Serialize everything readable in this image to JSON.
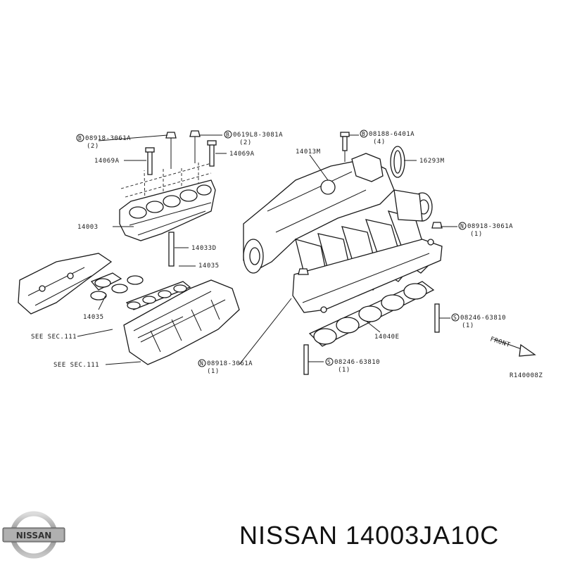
{
  "brand": {
    "name": "NISSAN"
  },
  "title": "NISSAN 14003JA10C",
  "callouts": [
    {
      "id": "c1",
      "code": "B",
      "part": "08918-3061A",
      "qty": "(2)"
    },
    {
      "id": "c2",
      "code": "B",
      "part": "0619L8-3081A",
      "qty": "(2)"
    },
    {
      "id": "c3",
      "code": "B",
      "part": "08188-6401A",
      "qty": "(4)"
    },
    {
      "id": "c4",
      "code": "N",
      "part": "08918-3061A",
      "qty": "(1)"
    },
    {
      "id": "c5",
      "code": "S",
      "part": "08246-63810",
      "qty": "(1)"
    },
    {
      "id": "c6",
      "code": "N",
      "part": "08918-3061A",
      "qty": "(1)"
    },
    {
      "id": "c7",
      "code": "S",
      "part": "08246-63810",
      "qty": "(1)"
    }
  ],
  "labels": {
    "p14069a_left": "14069A",
    "p14069a_right": "14069A",
    "p14013m": "14013M",
    "p16293m": "16293M",
    "p14003": "14003",
    "p14033d": "14033D",
    "p14035_top": "14035",
    "p14035_bottom": "14035",
    "p14040e": "14040E",
    "see_sec_1": "SEE SEC.111",
    "see_sec_2": "SEE SEC.111",
    "front": "FRONT",
    "ref": "R140008Z"
  }
}
